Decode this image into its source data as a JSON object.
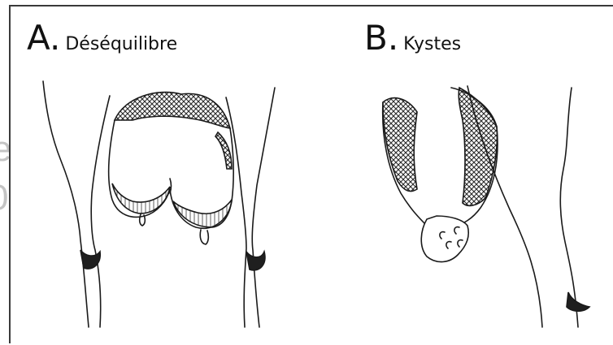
{
  "background_fragments": [
    "e",
    "0"
  ],
  "panels": [
    {
      "letter": "A.",
      "caption": "Déséquilibre"
    },
    {
      "letter": "B.",
      "caption": "Kystes"
    }
  ],
  "colors": {
    "line": "#1a1a1a",
    "hatch": "#2a2a2a",
    "fragment": "#c4c4c4",
    "border": "#3a3a3a"
  }
}
